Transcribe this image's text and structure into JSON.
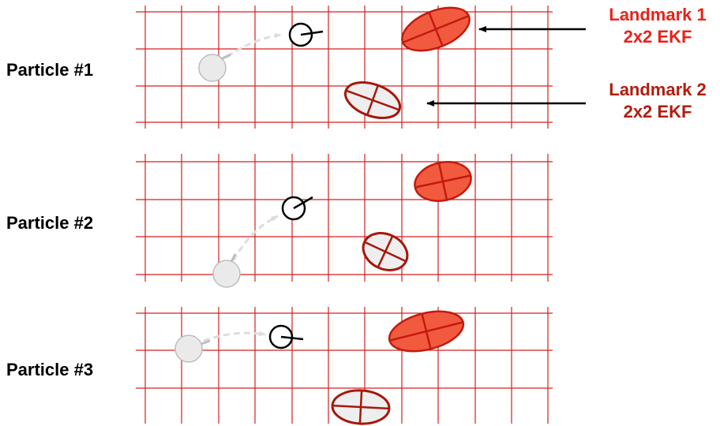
{
  "particles": [
    {
      "label": "Particle #1"
    },
    {
      "label": "Particle #2"
    },
    {
      "label": "Particle #3"
    }
  ],
  "landmark_labels": {
    "landmark1": {
      "line1": "Landmark 1",
      "line2": "2x2 EKF"
    },
    "landmark2": {
      "line1": "Landmark 2",
      "line2": "2x2 EKF"
    }
  },
  "colors": {
    "grid": "#d32020",
    "landmark1_fill": "#f15a3f",
    "landmark1_stroke": "#c21a0e",
    "landmark2_fill": "#eeeeee",
    "landmark2_stroke": "#a5180c",
    "landmark1_text": "#e8231a",
    "landmark2_text": "#b01e10",
    "robot_stroke": "#000000",
    "prev_pose_fill": "#eaeaea",
    "prev_pose_stroke": "#bdbdbd",
    "arrow": "#000000"
  }
}
